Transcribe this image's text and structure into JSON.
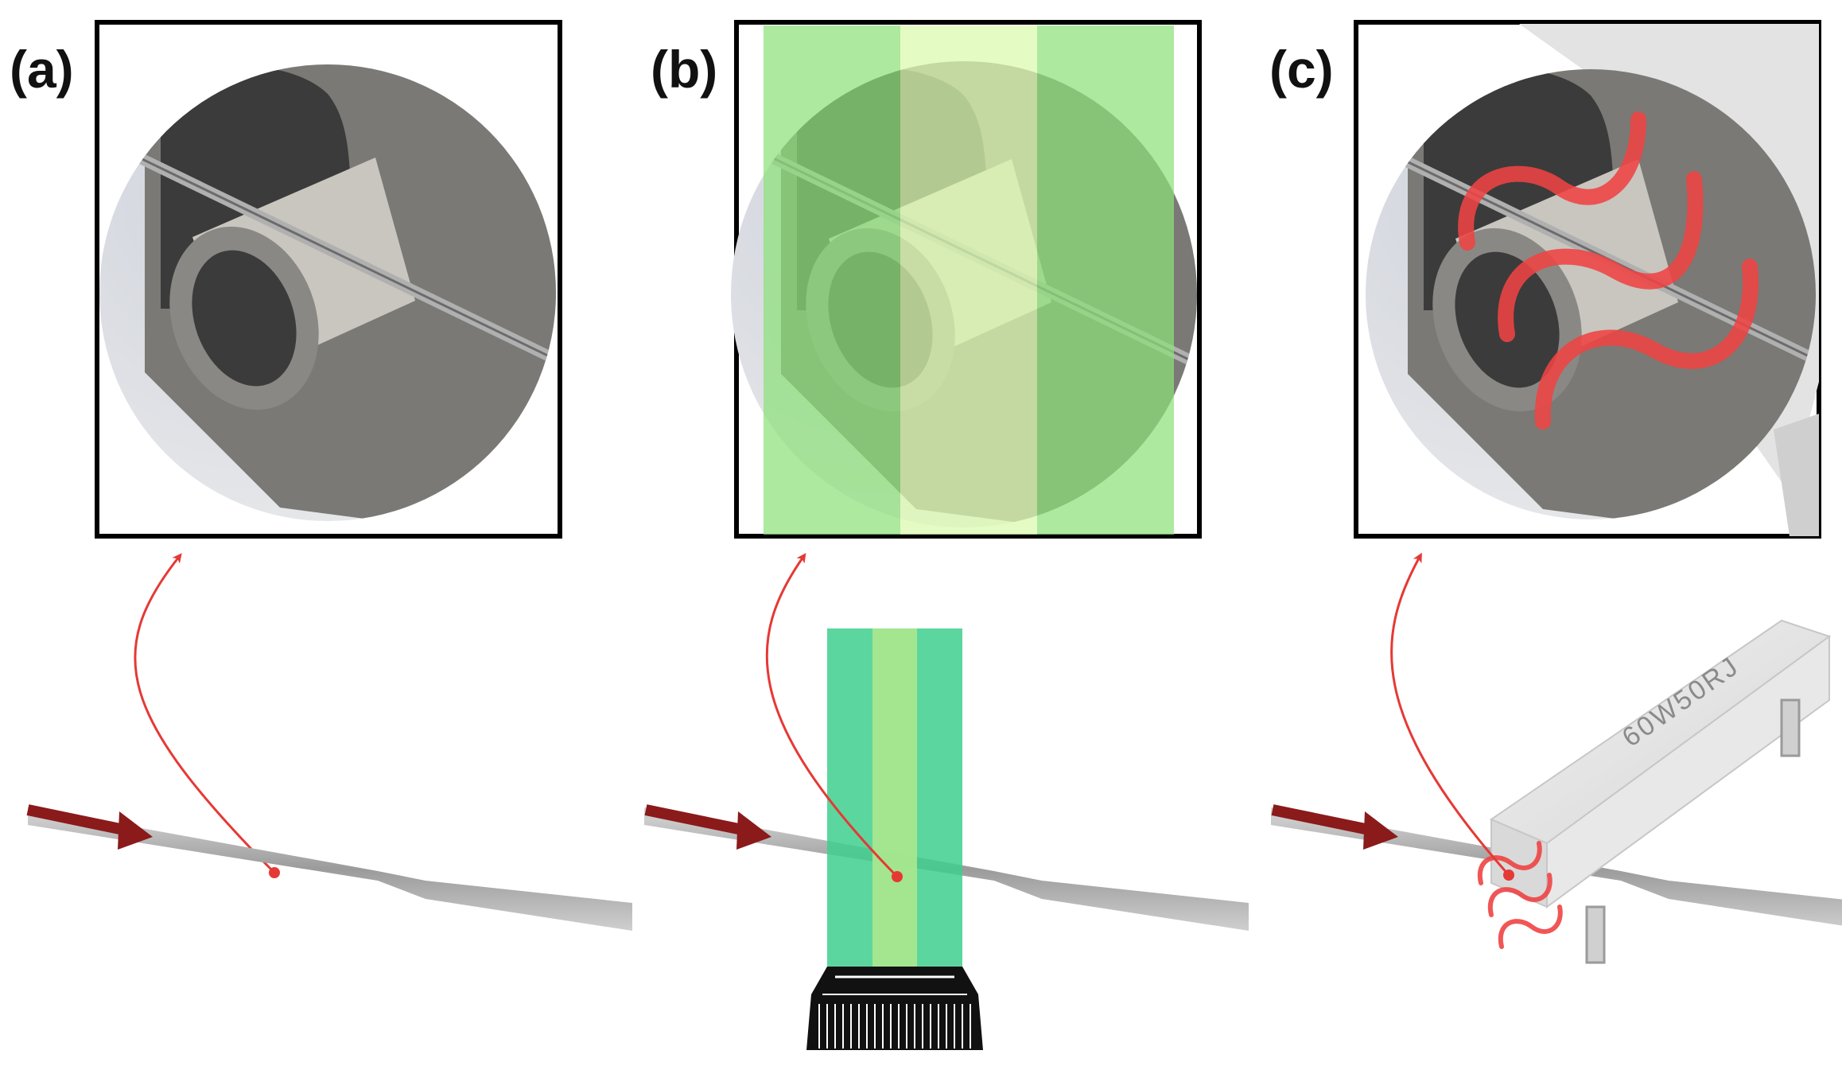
{
  "panels": [
    {
      "id": "a",
      "label": "(a)"
    },
    {
      "id": "b",
      "label": "(b)"
    },
    {
      "id": "c",
      "label": "(c)"
    }
  ],
  "resistor_marking": "60W50RJ",
  "colors": {
    "frame": "#000000",
    "red_accent": "#e53935",
    "arrow_dark_red": "#8b1a1a",
    "heat_wave": "#ef4444",
    "light_green": "#8ee07a",
    "pale_green": "#dcf9b0",
    "beam_green": "#3fcf8e",
    "beam_core": "#a8e68f",
    "gray_dark": "#3b3b3b",
    "gray_mid": "#7a7975",
    "gray_light": "#c9c6bf"
  },
  "icons": [
    "curved-callout-arrow",
    "flow-direction-arrow",
    "heat-wave-icon",
    "led-light-source",
    "power-resistor"
  ]
}
